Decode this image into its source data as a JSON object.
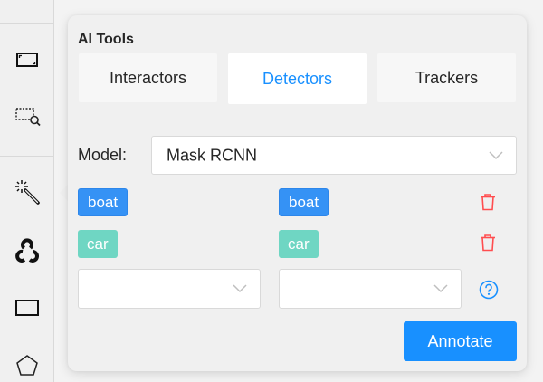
{
  "sidebar": {
    "tools": [
      {
        "name": "fit-image-icon",
        "label": "Fit image"
      },
      {
        "name": "select-region-zoom-icon",
        "label": "Zoom in region"
      },
      {
        "name": "magic-wand-icon",
        "label": "AI Tools"
      },
      {
        "name": "opencv-icon",
        "label": "OpenCV"
      },
      {
        "name": "rectangle-icon",
        "label": "Draw rectangle"
      },
      {
        "name": "polygon-icon",
        "label": "Draw polygon"
      }
    ]
  },
  "panel": {
    "title": "AI Tools",
    "tabs": [
      {
        "label": "Interactors",
        "active": false
      },
      {
        "label": "Detectors",
        "active": true
      },
      {
        "label": "Trackers",
        "active": false
      }
    ],
    "model_label": "Model:",
    "model_value": "Mask RCNN",
    "mappings": [
      {
        "model_label": "boat",
        "task_label": "boat",
        "model_color": "#3592f5",
        "task_color": "#3592f5"
      },
      {
        "model_label": "car",
        "task_label": "car",
        "model_color": "#6fd6c3",
        "task_color": "#6fd6c3"
      }
    ],
    "new_mapping": {
      "model_value": "",
      "task_value": ""
    },
    "annotate_label": "Annotate"
  },
  "colors": {
    "accent": "#1890ff",
    "delete": "#ff4d4f",
    "help": "#1890ff"
  }
}
